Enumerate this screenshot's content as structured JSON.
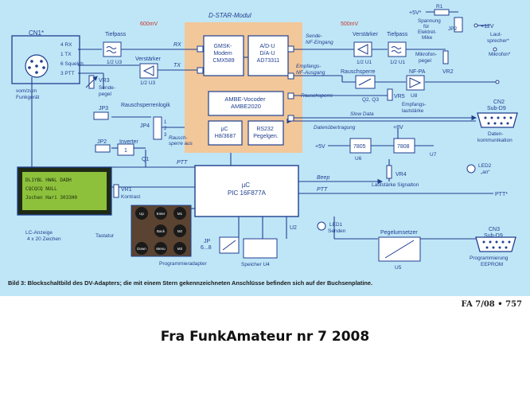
{
  "diagram": {
    "module_title": "D-STAR-Modul",
    "voltages": {
      "mv600": "600mV",
      "mv500": "500mV",
      "v12": "+12V",
      "v5a": "+5V*",
      "v5b": "+5V",
      "v8": "+8V"
    },
    "cn1": {
      "name": "CN1*",
      "pin_labels": [
        "4 RX",
        "1 TX",
        "6 Squelch",
        "3 PTT"
      ],
      "caption": "vom/zum\nFunkgerät"
    },
    "tiefpass": "Tiefpass",
    "u3_half": "1/2 U3",
    "verstaerker": "Verstärker",
    "vr3": "VR3",
    "sendepegel": "Sende-\npegel",
    "rx_label": "RX",
    "tx_label": "TX",
    "gmsk": "GMSK-\nModem\nCMX589",
    "adda": "A/D-U\nD/A-U\nAD73311",
    "ambe": "AMBE-Vocoder\nAMBE2020",
    "muc1": "µC\nH8/3687",
    "rs232": "RS232\nPegelgen.",
    "sende_nf": "Sende-\nNF-Eingang",
    "empf_nf": "Empfangs-\nNF-Ausgang",
    "u1_half": "1/2 U1",
    "spannung": "Spannung\nfür\nElektret-\nMike",
    "r1": "R1",
    "jp2": "JP2",
    "lautsprecher": "Laut-\nsprecher*",
    "mikrofon": "Mikrofon*",
    "mikrofonpegel": "Mikrofon-\npegel",
    "vr2": "VR2",
    "rauschsperre": "Rauschsperre",
    "q2q3": "Q2, Q3",
    "nfpa": "NF-PA",
    "u8": "U8",
    "vr5": "VR5",
    "empfangslautstaerke": "Empfangs-\nlautstärke",
    "slow_data": "Slow Data",
    "datenuebertragung": "Datenübertragung",
    "cn2": "CN2\nSub-D9",
    "datenkommunikation": "Daten-\nkommunikation",
    "jp3": "JP3",
    "rauschsperrenlogik": "Rauschsperrenlogik",
    "jp4": "JP4",
    "rauschsperre_aus": "Rausch-\nsperre aus",
    "jp2_left": "JP2",
    "inverter": "Inverter",
    "q1": "Q1",
    "reg7805": "7805",
    "u6": "U6",
    "reg7808": "7808",
    "u7": "U7",
    "led2": "LED2\n„an“",
    "ptt": "PTT",
    "ptt_star": "PTT*",
    "beep": "Beep",
    "muc2": "µC\nPIC 16F877A",
    "vr4": "VR4",
    "lautstaerke_signalton": "Lautstärke Signalton",
    "lcd_rows": [
      "DL1YBL  HWAL  DADH",
      "CQCQCQ         NULL",
      "Jochen Hari  3033H0",
      ""
    ],
    "vr1": "VR1",
    "kontrast": "Kontrast",
    "lc_caption": "LC-Anzeige\n4 x 20 Zeichen",
    "tastatur": "Tastatur",
    "keys": [
      "Up",
      "Enter",
      "M1",
      "",
      "Back",
      "M2",
      "Down",
      "Menu",
      "M3"
    ],
    "led1": "LED1\nSenden",
    "u2": "U2",
    "jp": "JP\n6...8",
    "programmieradapter": "Programmieradapter",
    "speicher": "Speicher U4",
    "pegelumsetzer": "Pegelumsetzer",
    "u5": "U5",
    "cn3": "CN3\nSub-D9",
    "programmierung": "Programmierung\nEEPROM",
    "caption": "Bild 3: Blockschaltbild des DV-Adapters; die mit einem Stern gekennzeichneten Anschlüsse befinden sich auf der Buchsenplatine."
  },
  "issue_ref": "FA 7/08 • 757",
  "credit": "Fra FunkAmateur nr 7 2008"
}
